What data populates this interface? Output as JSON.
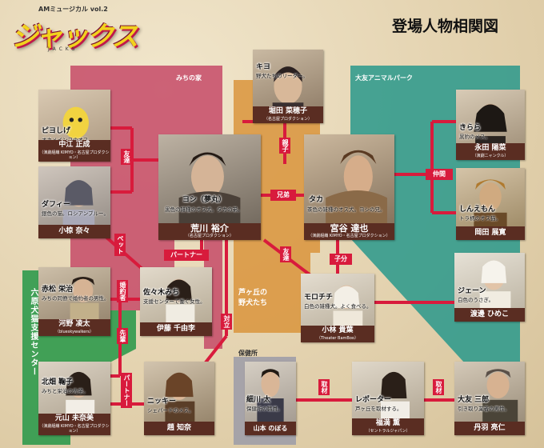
{
  "header": {
    "series": "AMミュージカル vol.2",
    "title": "ジャックス",
    "subtitle": "J A C K S",
    "chart_title": "登場人物相関図"
  },
  "zones": {
    "michi": "みちの家",
    "otomo": "大友アニマルパーク",
    "ashigaoka_1": "芦ヶ丘の",
    "ashigaoka_2": "野犬たち",
    "rokuhara": "六原犬猫支援センター",
    "hokenjo": "保健所"
  },
  "characters": [
    {
      "id": "kiyo",
      "role": "キヨ",
      "desc": "野犬たちのリーダー。",
      "actor": "堀田 菜穂子",
      "agency": "（名古屋プロダクション）"
    },
    {
      "id": "piyoshige",
      "role": "ピヨしげ",
      "desc": "オカメインコのオス。",
      "actor": "中江 正成",
      "agency": "（演劇組織 KIMYO・名古屋プロダクション）"
    },
    {
      "id": "yoshi",
      "role": "ヨシ（夢丸）",
      "desc": "黒色の雑種のオス犬。タカの弟。",
      "actor": "荒川 裕介",
      "agency": "（名古屋プロダクション）"
    },
    {
      "id": "taka",
      "role": "タカ",
      "desc": "茶色の雑種のオス犬。ヨシの兄。",
      "actor": "宮谷 達也",
      "agency": "（演劇組織 KIMYO・名古屋プロダクション）"
    },
    {
      "id": "kirara",
      "role": "きらら",
      "desc": "黒豹のメス。",
      "actor": "永田 陽菜",
      "agency": "（演劇ニャンクル）"
    },
    {
      "id": "daffy",
      "role": "ダフィー",
      "desc": "銀色の猫。ロシアンブルー。",
      "actor": "小椋 奈々",
      "agency": ""
    },
    {
      "id": "shinemon",
      "role": "しんえもん",
      "desc": "トラ柄のオス猫。",
      "actor": "岡田 展寛",
      "agency": ""
    },
    {
      "id": "akamatsu",
      "role": "赤松 栄治",
      "desc": "みちの同僚で婚約者の男性。",
      "actor": "河野 凌太",
      "agency": "（blueskywalkers）"
    },
    {
      "id": "michi",
      "role": "佐々木みち",
      "desc": "支援センターで働く女性。",
      "actor": "伊藤 千由李",
      "agency": ""
    },
    {
      "id": "morochi",
      "role": "モロチチ",
      "desc": "白色の雑種犬。よく食べる。",
      "actor": "小林 貴葉",
      "agency": "（Theater BamBoo）"
    },
    {
      "id": "jane",
      "role": "ジェーン",
      "desc": "白色のうさぎ。",
      "actor": "渡邊 ひめこ",
      "agency": ""
    },
    {
      "id": "kitahata",
      "role": "北畑 鞠子",
      "desc": "みちと栄治の先輩。",
      "actor": "元山 未奈美",
      "agency": "（演劇組織 KIMYO・名古屋プロダクション）"
    },
    {
      "id": "nicky",
      "role": "ニッキー",
      "desc": "シェパードのメス。",
      "actor": "趙 知奈",
      "agency": ""
    },
    {
      "id": "hosokawa",
      "role": "細川 太",
      "desc": "保健所の職員。",
      "actor": "山本 のぼる",
      "agency": ""
    },
    {
      "id": "reporter",
      "role": "レポーター",
      "desc": "芦ヶ丘を取材する。",
      "actor": "福満 薫",
      "agency": "（セントラルジャパン）"
    },
    {
      "id": "otomo",
      "role": "大友 三郎",
      "desc": "引き取り業者の男性。",
      "actor": "丹羽 亮仁",
      "agency": ""
    }
  ],
  "relations": {
    "tomodachi_1": "友達",
    "oyako": "親子",
    "kyodai": "兄弟",
    "nakama": "仲間",
    "pet": "ペット",
    "partner_1": "パートナー",
    "tomodachi_2": "友達",
    "kobun": "子分",
    "konyakusha": "婚約者",
    "senpai": "先輩",
    "tairitsu": "対立",
    "partner_2": "パートナー",
    "shuzai_1": "取材",
    "shuzai_2": "取材"
  },
  "colors": {
    "accent_red": "#d81b3c",
    "name_bar": "#5a2d22",
    "zone_michi": "#c64a67",
    "zone_otomo": "#2f9a8c",
    "zone_ashigaoka": "#d9943c",
    "zone_rokuhara": "#2f9a4c",
    "zone_hokenjo": "#9b9ba8"
  }
}
